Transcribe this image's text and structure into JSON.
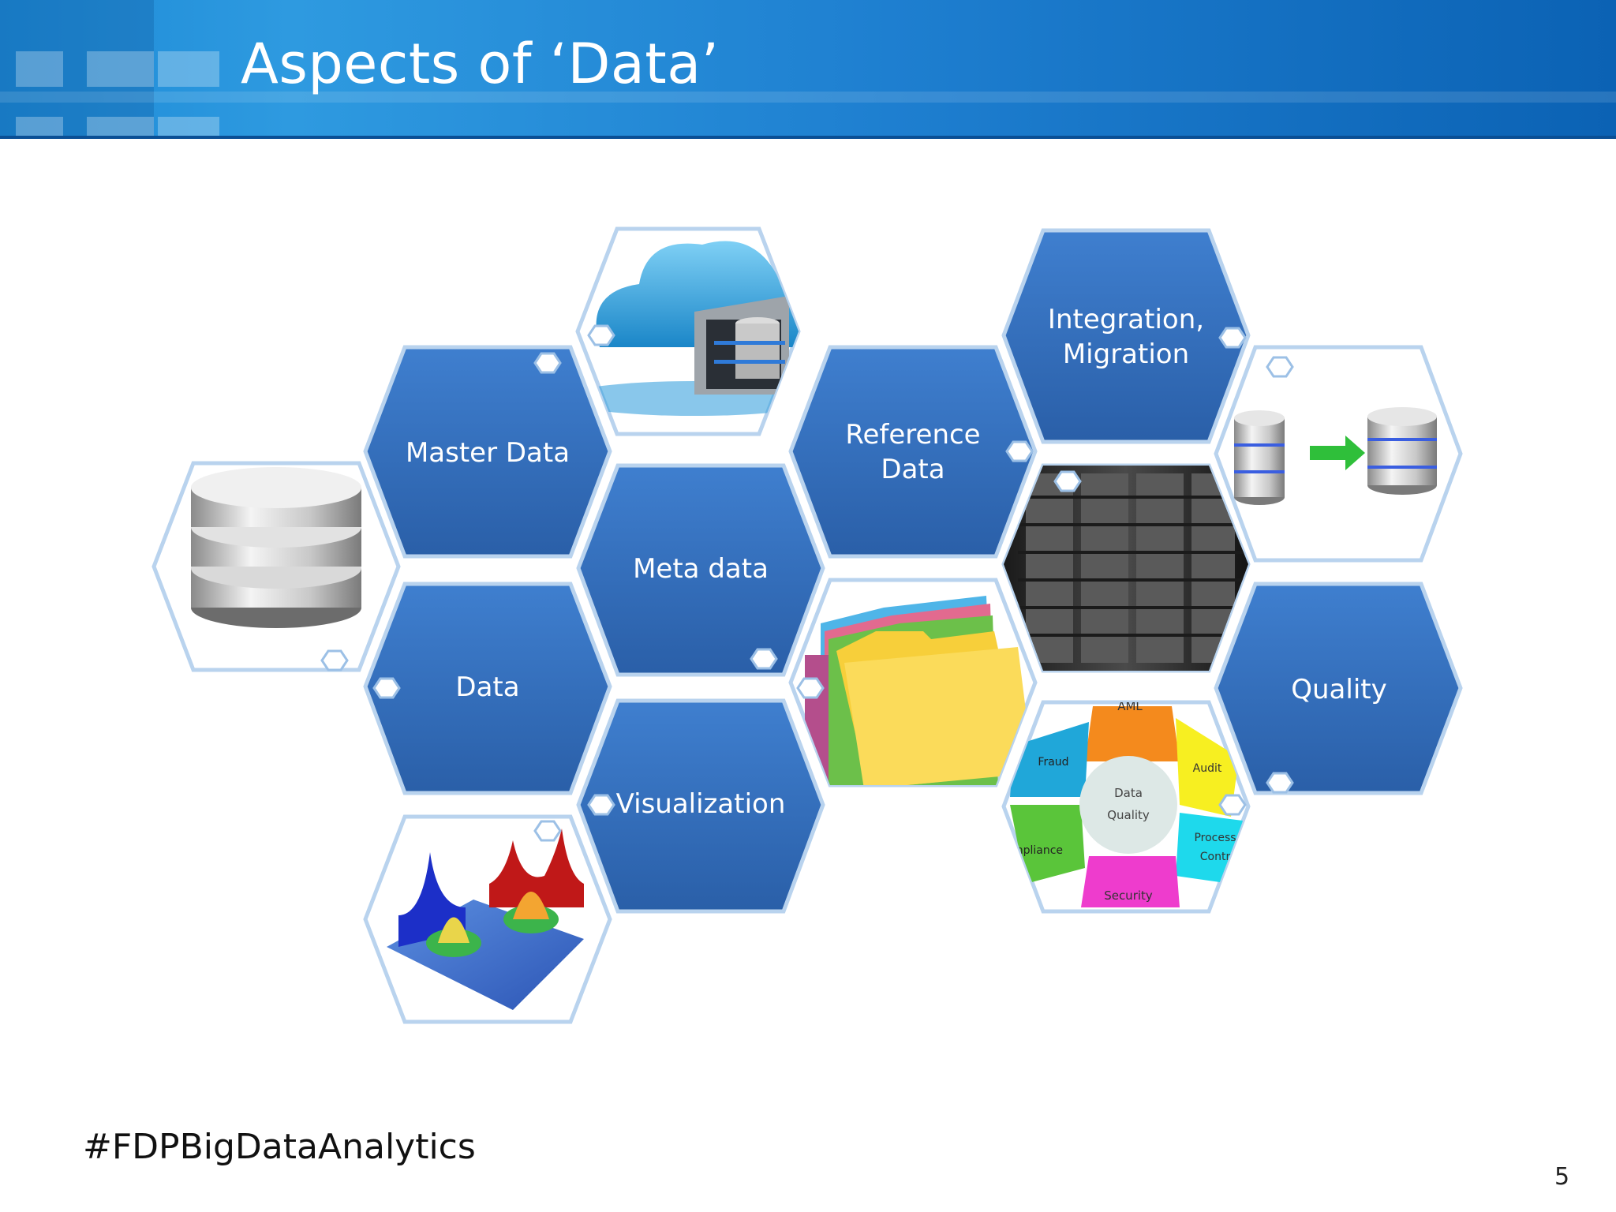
{
  "slide": {
    "title": "Aspects of ‘Data’",
    "hashtag": "#FDPBigDataAnalytics",
    "page_number": "5"
  },
  "hexagons": [
    {
      "label": "Master Data",
      "kind": "text"
    },
    {
      "label": "Meta data",
      "kind": "text"
    },
    {
      "label": "Data",
      "kind": "text"
    },
    {
      "label": "Visualization",
      "kind": "text"
    },
    {
      "label_lines": [
        "Reference",
        "Data"
      ],
      "kind": "text"
    },
    {
      "label_lines": [
        "Integration,",
        "Migration"
      ],
      "kind": "text"
    },
    {
      "label": "Quality",
      "kind": "text"
    },
    {
      "image": "database-icon",
      "kind": "image"
    },
    {
      "image": "cloud-database-icon",
      "kind": "image"
    },
    {
      "image": "3d-surface-plot-image",
      "kind": "image"
    },
    {
      "image": "file-folders-image",
      "kind": "image"
    },
    {
      "image": "server-rack-image",
      "kind": "image"
    },
    {
      "image": "database-migration-icon",
      "kind": "image"
    },
    {
      "image": "data-quality-puzzle-image",
      "kind": "image"
    }
  ],
  "puzzle_labels": {
    "top": "AML",
    "left": "Fraud",
    "right": "Audit",
    "center_line1": "Data",
    "center_line2": "Quality",
    "lower_left": "mpliance",
    "lower_right_1": "Process",
    "lower_right_2": "Contr",
    "bottom": "Security"
  },
  "colors": {
    "hex_blue": "#2f6db8",
    "hex_border": "#b9d3ee",
    "header_blue": "#1e7fd0"
  }
}
